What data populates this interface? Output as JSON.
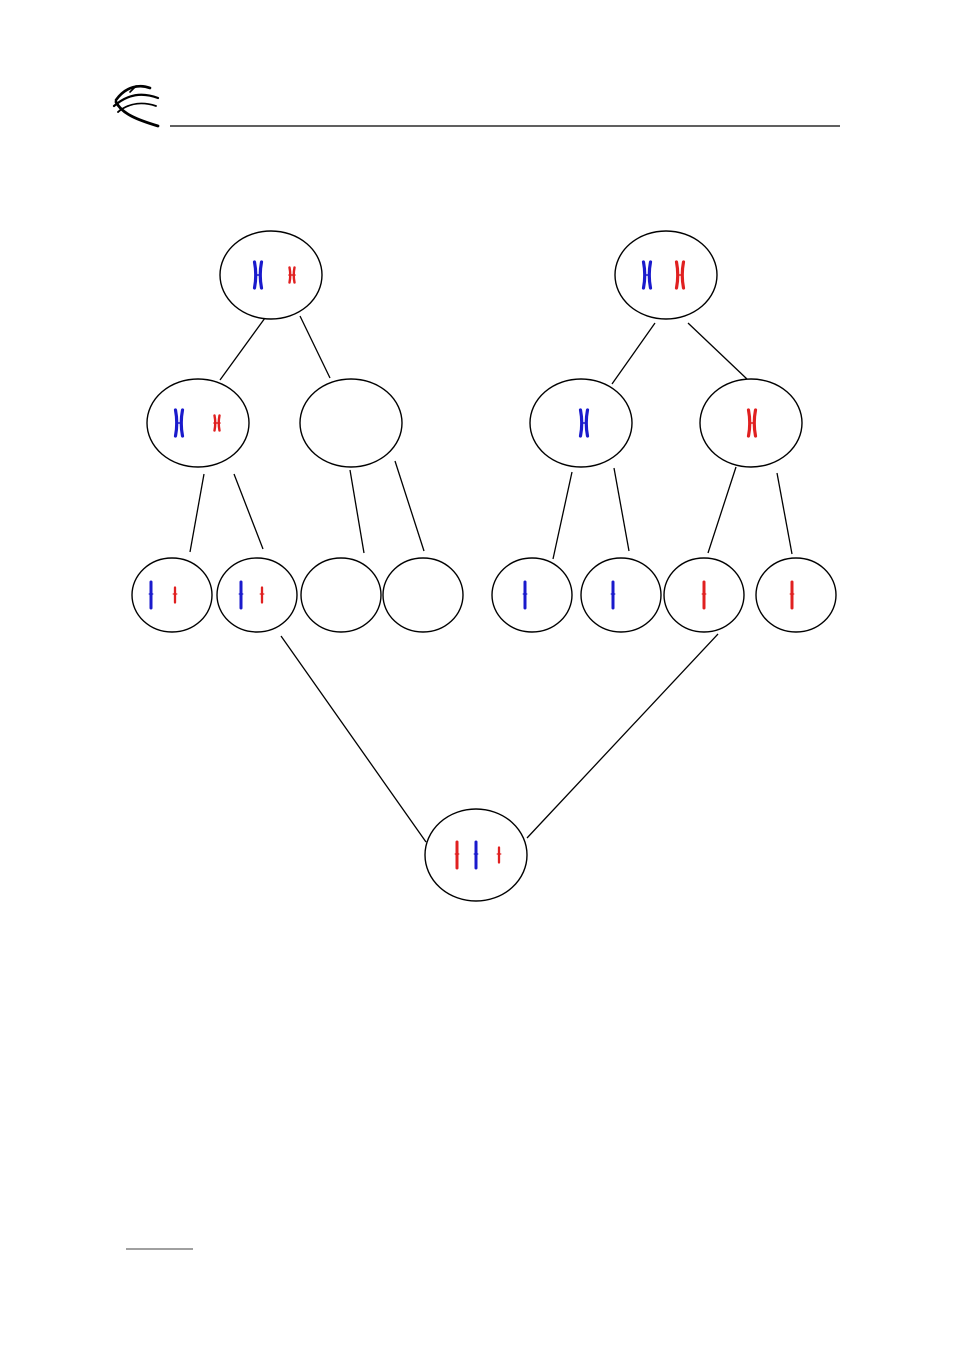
{
  "colors": {
    "paternal_chromosome": "#1a1acc",
    "maternal_chromosome": "#e02020",
    "outline": "#000000",
    "background": "#ffffff"
  },
  "icons": {
    "logo": "bird-logo-icon"
  },
  "cells": [
    {
      "id": "mother",
      "chromosomes": [
        {
          "color": "paternal_chromosome",
          "form": "X",
          "size": "large"
        },
        {
          "color": "maternal_chromosome",
          "form": "X",
          "size": "small"
        }
      ]
    },
    {
      "id": "mother-meiosis1-a",
      "chromosomes": [
        {
          "color": "paternal_chromosome",
          "form": "X",
          "size": "large"
        },
        {
          "color": "maternal_chromosome",
          "form": "X",
          "size": "small"
        }
      ]
    },
    {
      "id": "mother-meiosis1-b",
      "chromosomes": []
    },
    {
      "id": "mother-gamete-1",
      "chromosomes": [
        {
          "color": "paternal_chromosome",
          "form": "I",
          "size": "large"
        },
        {
          "color": "maternal_chromosome",
          "form": "I",
          "size": "small"
        }
      ]
    },
    {
      "id": "mother-gamete-2",
      "chromosomes": [
        {
          "color": "paternal_chromosome",
          "form": "I",
          "size": "large"
        },
        {
          "color": "maternal_chromosome",
          "form": "I",
          "size": "small"
        }
      ]
    },
    {
      "id": "mother-gamete-3",
      "chromosomes": []
    },
    {
      "id": "mother-gamete-4",
      "chromosomes": []
    },
    {
      "id": "father",
      "chromosomes": [
        {
          "color": "paternal_chromosome",
          "form": "X",
          "size": "large"
        },
        {
          "color": "maternal_chromosome",
          "form": "X",
          "size": "large"
        }
      ]
    },
    {
      "id": "father-meiosis1-a",
      "chromosomes": [
        {
          "color": "paternal_chromosome",
          "form": "X",
          "size": "large"
        }
      ]
    },
    {
      "id": "father-meiosis1-b",
      "chromosomes": [
        {
          "color": "maternal_chromosome",
          "form": "X",
          "size": "large"
        }
      ]
    },
    {
      "id": "father-gamete-1",
      "chromosomes": [
        {
          "color": "paternal_chromosome",
          "form": "I",
          "size": "large"
        }
      ]
    },
    {
      "id": "father-gamete-2",
      "chromosomes": [
        {
          "color": "paternal_chromosome",
          "form": "I",
          "size": "large"
        }
      ]
    },
    {
      "id": "father-gamete-3",
      "chromosomes": [
        {
          "color": "maternal_chromosome",
          "form": "I",
          "size": "large"
        }
      ]
    },
    {
      "id": "father-gamete-4",
      "chromosomes": [
        {
          "color": "maternal_chromosome",
          "form": "I",
          "size": "large"
        }
      ]
    },
    {
      "id": "zygote",
      "chromosomes": [
        {
          "color": "maternal_chromosome",
          "form": "I",
          "size": "large"
        },
        {
          "color": "paternal_chromosome",
          "form": "I",
          "size": "large"
        },
        {
          "color": "maternal_chromosome",
          "form": "I",
          "size": "small"
        }
      ]
    }
  ],
  "links": [
    [
      "mother",
      "mother-meiosis1-a"
    ],
    [
      "mother",
      "mother-meiosis1-b"
    ],
    [
      "mother-meiosis1-a",
      "mother-gamete-1"
    ],
    [
      "mother-meiosis1-a",
      "mother-gamete-2"
    ],
    [
      "mother-meiosis1-b",
      "mother-gamete-3"
    ],
    [
      "mother-meiosis1-b",
      "mother-gamete-4"
    ],
    [
      "father",
      "father-meiosis1-a"
    ],
    [
      "father",
      "father-meiosis1-b"
    ],
    [
      "father-meiosis1-a",
      "father-gamete-1"
    ],
    [
      "father-meiosis1-a",
      "father-gamete-2"
    ],
    [
      "father-meiosis1-b",
      "father-gamete-3"
    ],
    [
      "father-meiosis1-b",
      "father-gamete-4"
    ],
    [
      "mother-gamete-2",
      "zygote"
    ],
    [
      "father-gamete-3",
      "zygote"
    ]
  ]
}
